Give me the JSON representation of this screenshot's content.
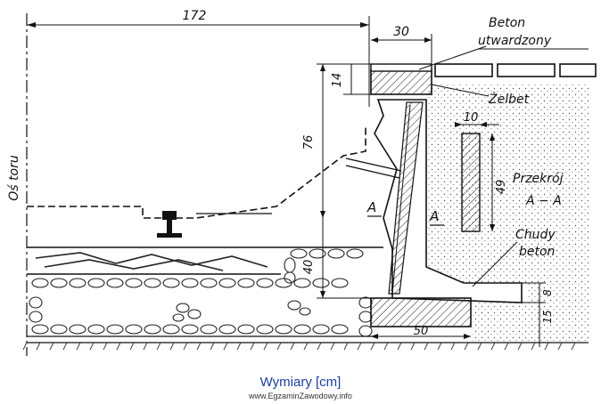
{
  "labels": {
    "axis": "Oś toru",
    "beton_line1": "Beton",
    "beton_line2": "utwardzony",
    "zelbet": "Żelbet",
    "przekroj_line1": "Przekrój",
    "przekroj_line2": "A − A",
    "chudy_line1": "Chudy",
    "chudy_line2": "beton",
    "section_a_left": "A",
    "section_a_right": "A"
  },
  "dimensions": {
    "width_to_wall": "172",
    "top_width": "30",
    "top_thickness": "14",
    "wall_height": "76",
    "below_rail": "40",
    "section_width": "10",
    "section_height": "49",
    "footing_step": "8",
    "footing_thickness": "15",
    "footing_width": "50"
  },
  "caption": "Wymiary [cm]",
  "footer": "www.EgzaminZawodowy.info"
}
